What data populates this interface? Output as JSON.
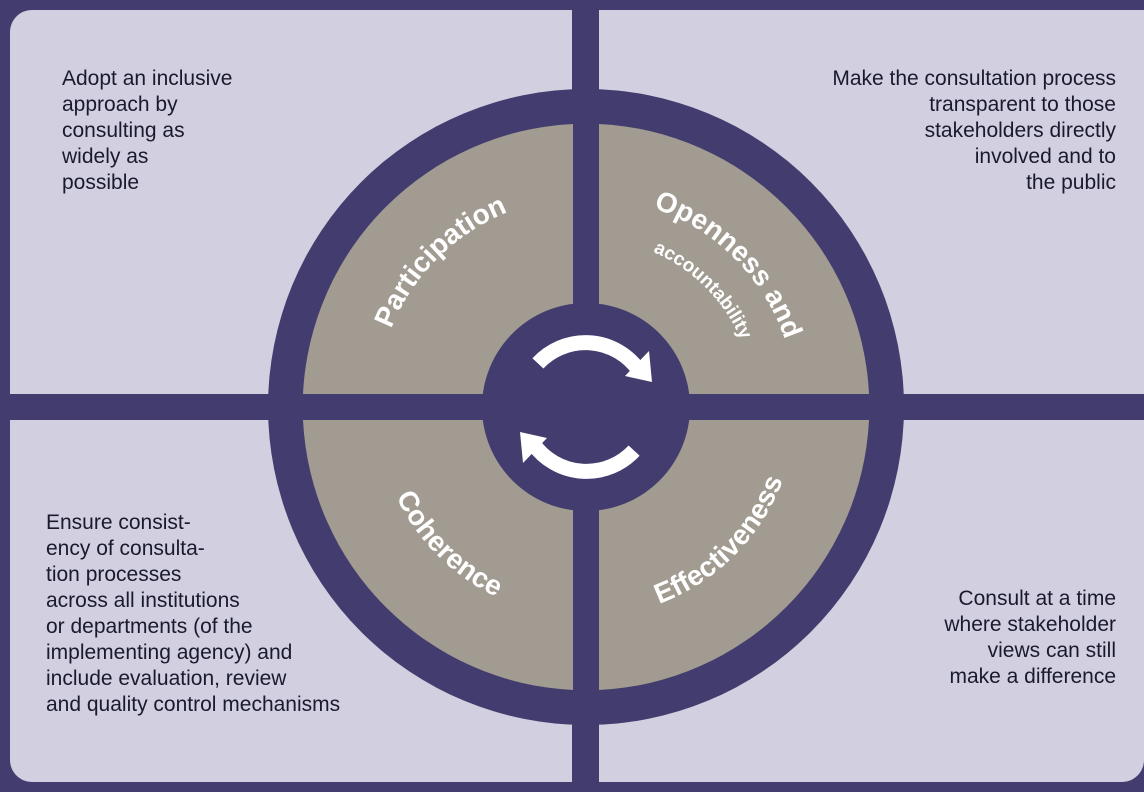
{
  "quadrants": {
    "top_left": {
      "title": "Participation",
      "description": "Adopt an inclusive\napproach by\nconsulting as\nwidely as\npossible"
    },
    "top_right": {
      "title": "Openness and",
      "subtitle": "accountability",
      "description": "Make the consultation process\ntransparent to those\nstakeholders directly\ninvolved and to\nthe public"
    },
    "bottom_left": {
      "title": "Coherence",
      "description": "Ensure consist-\nency of consulta-\ntion processes\nacross all institutions\nor departments (of the\nimplementing agency) and\ninclude evaluation, review\nand quality control mechanisms"
    },
    "bottom_right": {
      "title": "Effectiveness",
      "description": "Consult at a time\nwhere stakeholder\nviews can still\nmake a difference"
    }
  },
  "center_icon": "refresh-cycle-icon",
  "colors": {
    "frame": "#433c6e",
    "panel": "#d1cfe0",
    "quadrant": "#a19b91",
    "label": "#ffffff"
  }
}
